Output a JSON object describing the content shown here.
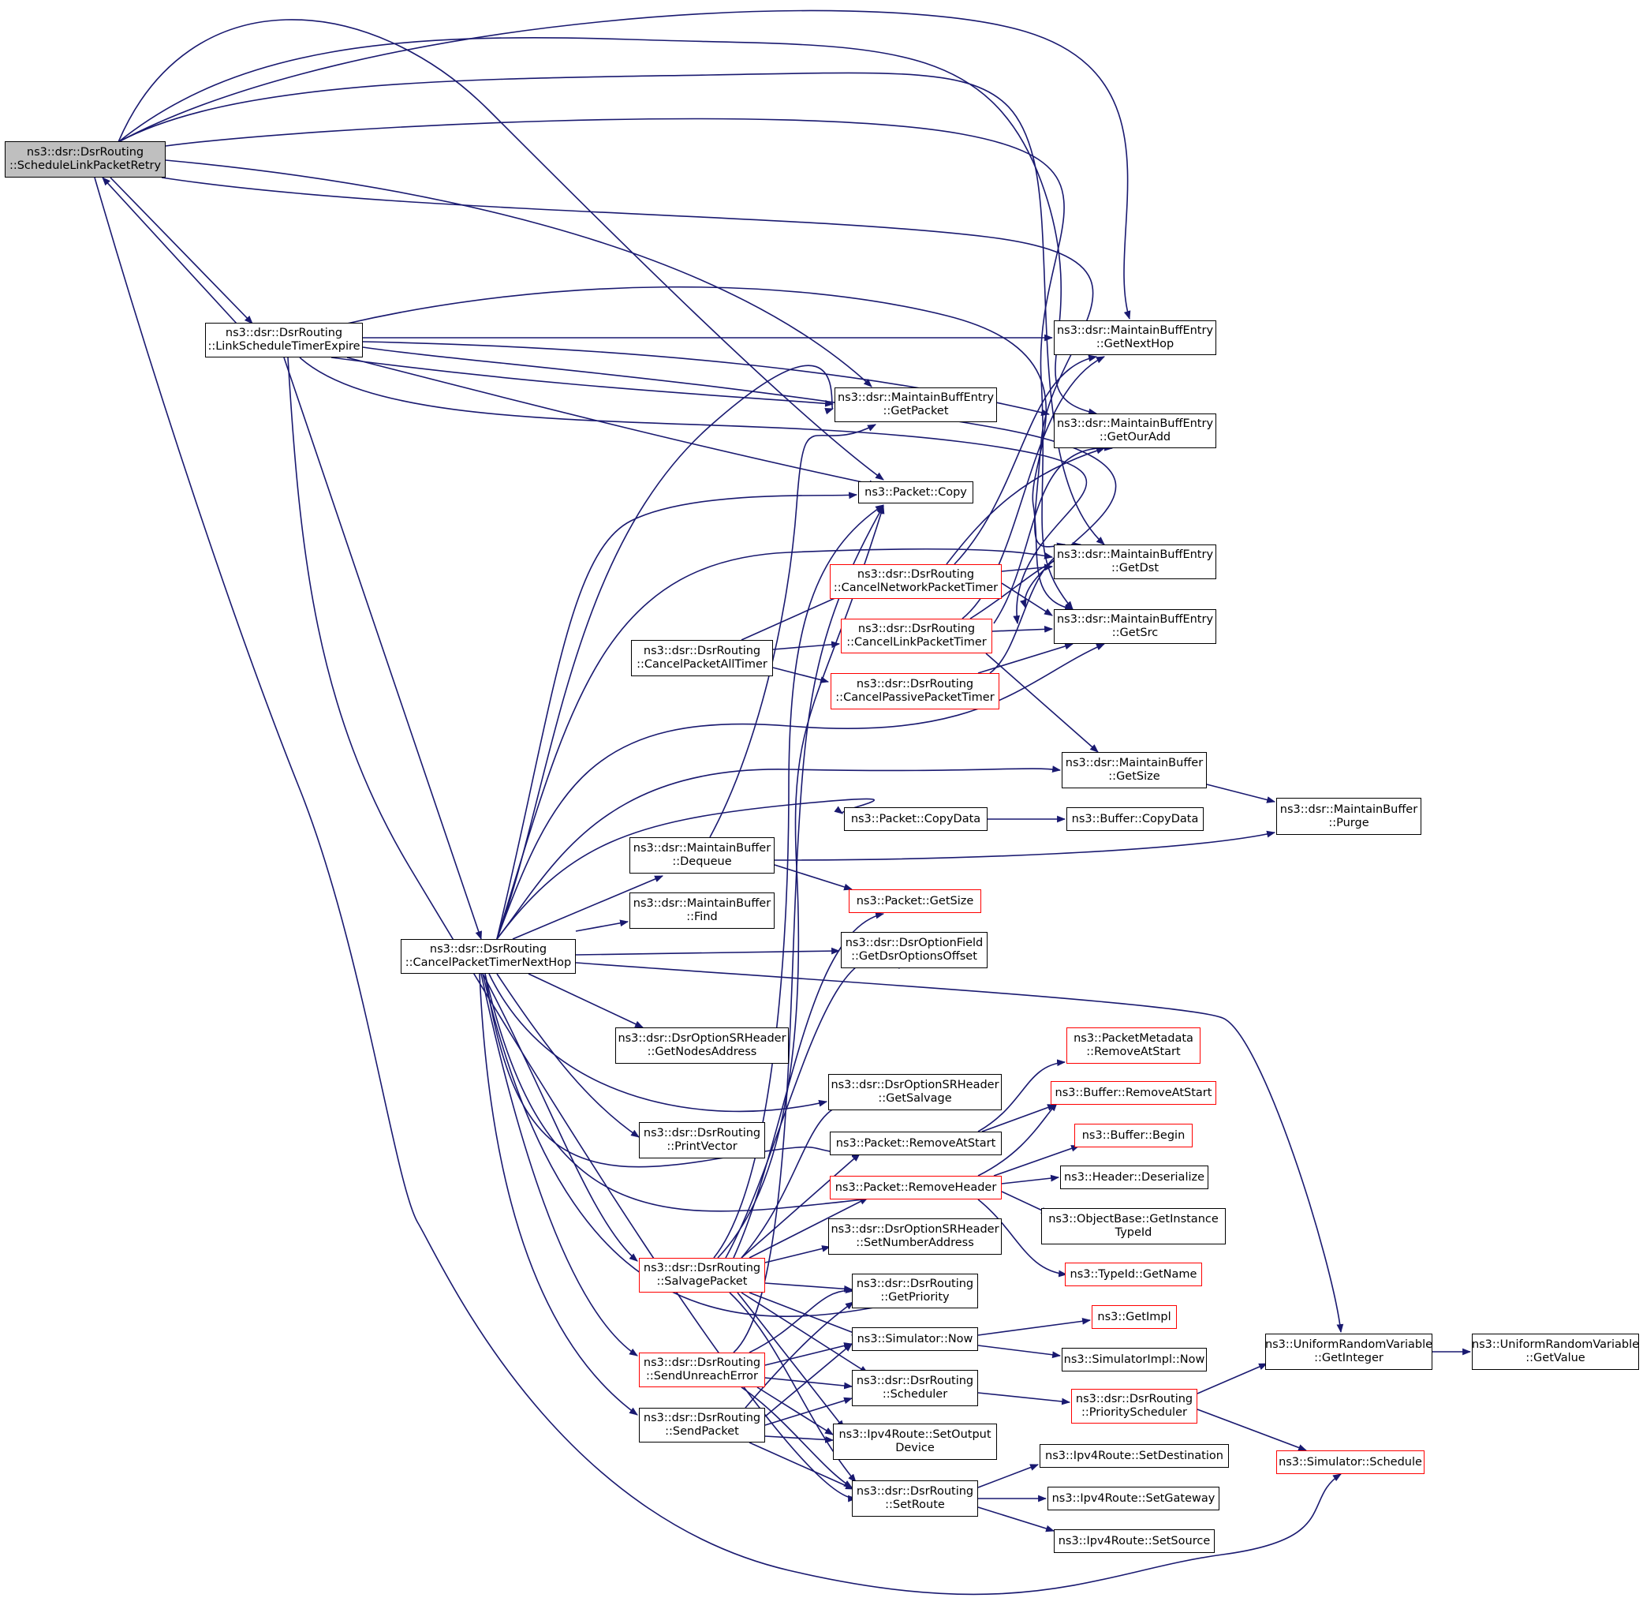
{
  "colors": {
    "edge": "#191970",
    "focus_fill": "#bfbfbf",
    "node_border": "#000000",
    "red_border": "#ff0000"
  },
  "nodes": {
    "root": {
      "line1": "ns3::dsr::DsrRouting",
      "line2": "::ScheduleLinkPacketRetry"
    },
    "lste": {
      "line1": "ns3::dsr::DsrRouting",
      "line2": "::LinkScheduleTimerExpire"
    },
    "cptnh": {
      "line1": "ns3::dsr::DsrRouting",
      "line2": "::CancelPacketTimerNextHop"
    },
    "gnh": {
      "line1": "ns3::dsr::MaintainBuffEntry",
      "line2": "::GetNextHop"
    },
    "gpk": {
      "line1": "ns3::dsr::MaintainBuffEntry",
      "line2": "::GetPacket"
    },
    "goa": {
      "line1": "ns3::dsr::MaintainBuffEntry",
      "line2": "::GetOurAdd"
    },
    "pcopy": {
      "line1": "ns3::Packet::Copy"
    },
    "gdst": {
      "line1": "ns3::dsr::MaintainBuffEntry",
      "line2": "::GetDst"
    },
    "cnpt": {
      "line1": "ns3::dsr::DsrRouting",
      "line2": "::CancelNetworkPacketTimer"
    },
    "gsrc": {
      "line1": "ns3::dsr::MaintainBuffEntry",
      "line2": "::GetSrc"
    },
    "clpt": {
      "line1": "ns3::dsr::DsrRouting",
      "line2": "::CancelLinkPacketTimer"
    },
    "cpat": {
      "line1": "ns3::dsr::DsrRouting",
      "line2": "::CancelPacketAllTimer"
    },
    "cppt": {
      "line1": "ns3::dsr::DsrRouting",
      "line2": "::CancelPassivePacketTimer"
    },
    "mbgs": {
      "line1": "ns3::dsr::MaintainBuffer",
      "line2": "::GetSize"
    },
    "pcd": {
      "line1": "ns3::Packet::CopyData"
    },
    "bcd": {
      "line1": "ns3::Buffer::CopyData"
    },
    "purge": {
      "line1": "ns3::dsr::MaintainBuffer",
      "line2": "::Purge"
    },
    "deq": {
      "line1": "ns3::dsr::MaintainBuffer",
      "line2": "::Dequeue"
    },
    "pgs": {
      "line1": "ns3::Packet::GetSize"
    },
    "find": {
      "line1": "ns3::dsr::MaintainBuffer",
      "line2": "::Find"
    },
    "gdoo": {
      "line1": "ns3::dsr::DsrOptionField",
      "line2": "::GetDsrOptionsOffset"
    },
    "pmras": {
      "line1": "ns3::PacketMetadata",
      "line2": "::RemoveAtStart"
    },
    "gna": {
      "line1": "ns3::dsr::DsrOptionSRHeader",
      "line2": "::GetNodesAddress"
    },
    "bras": {
      "line1": "ns3::Buffer::RemoveAtStart"
    },
    "gsal": {
      "line1": "ns3::dsr::DsrOptionSRHeader",
      "line2": "::GetSalvage"
    },
    "bbeg": {
      "line1": "ns3::Buffer::Begin"
    },
    "pras": {
      "line1": "ns3::Packet::RemoveAtStart"
    },
    "pv": {
      "line1": "ns3::dsr::DsrRouting",
      "line2": "::PrintVector"
    },
    "hdes": {
      "line1": "ns3::Header::Deserialize"
    },
    "prh": {
      "line1": "ns3::Packet::RemoveHeader"
    },
    "ogit": {
      "line1": "ns3::ObjectBase::GetInstance",
      "line2": "TypeId"
    },
    "sna": {
      "line1": "ns3::dsr::DsrOptionSRHeader",
      "line2": "::SetNumberAddress"
    },
    "sp": {
      "line1": "ns3::dsr::DsrRouting",
      "line2": "::SalvagePacket"
    },
    "tgn": {
      "line1": "ns3::TypeId::GetName"
    },
    "gpr": {
      "line1": "ns3::dsr::DsrRouting",
      "line2": "::GetPriority"
    },
    "gimpl": {
      "line1": "ns3::GetImpl"
    },
    "snow": {
      "line1": "ns3::Simulator::Now"
    },
    "siNow": {
      "line1": "ns3::SimulatorImpl::Now"
    },
    "urvgi": {
      "line1": "ns3::UniformRandomVariable",
      "line2": "::GetInteger"
    },
    "urvgv": {
      "line1": "ns3::UniformRandomVariable",
      "line2": "::GetValue"
    },
    "sue": {
      "line1": "ns3::dsr::DsrRouting",
      "line2": "::SendUnreachError"
    },
    "sched": {
      "line1": "ns3::dsr::DsrRouting",
      "line2": "::Scheduler"
    },
    "psched": {
      "line1": "ns3::dsr::DsrRouting",
      "line2": "::PriorityScheduler"
    },
    "sendp": {
      "line1": "ns3::dsr::DsrRouting",
      "line2": "::SendPacket"
    },
    "sod": {
      "line1": "ns3::Ipv4Route::SetOutput",
      "line2": "Device"
    },
    "sdest": {
      "line1": "ns3::Ipv4Route::SetDestination"
    },
    "ssched": {
      "line1": "ns3::Simulator::Schedule"
    },
    "sroute": {
      "line1": "ns3::dsr::DsrRouting",
      "line2": "::SetRoute"
    },
    "sgw": {
      "line1": "ns3::Ipv4Route::SetGateway"
    },
    "ssrc": {
      "line1": "ns3::Ipv4Route::SetSource"
    }
  }
}
